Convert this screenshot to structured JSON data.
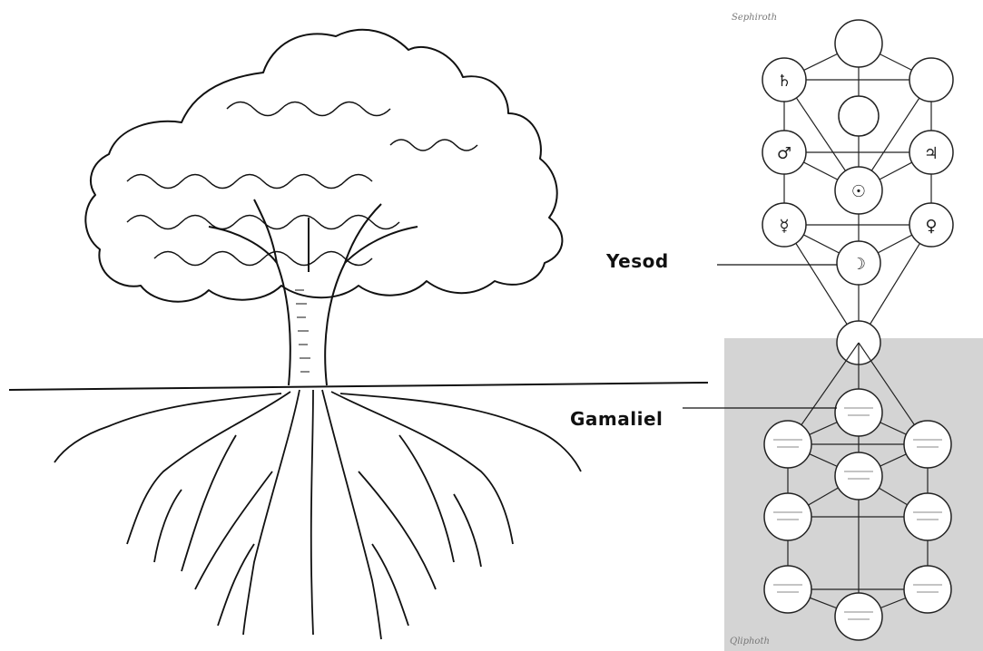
{
  "labels": {
    "yesod": "Yesod",
    "gamaliel": "Gamaliel"
  },
  "diagram": {
    "upper_heading": "Sephiroth",
    "lower_heading": "Qliphoth",
    "planet_symbols": [
      "♄",
      "♃",
      "♂",
      "☉",
      "♀",
      "☿",
      "☽"
    ],
    "colors": {
      "line": "#111111",
      "shade": "#d4d4d4",
      "node": "#ffffff"
    }
  }
}
